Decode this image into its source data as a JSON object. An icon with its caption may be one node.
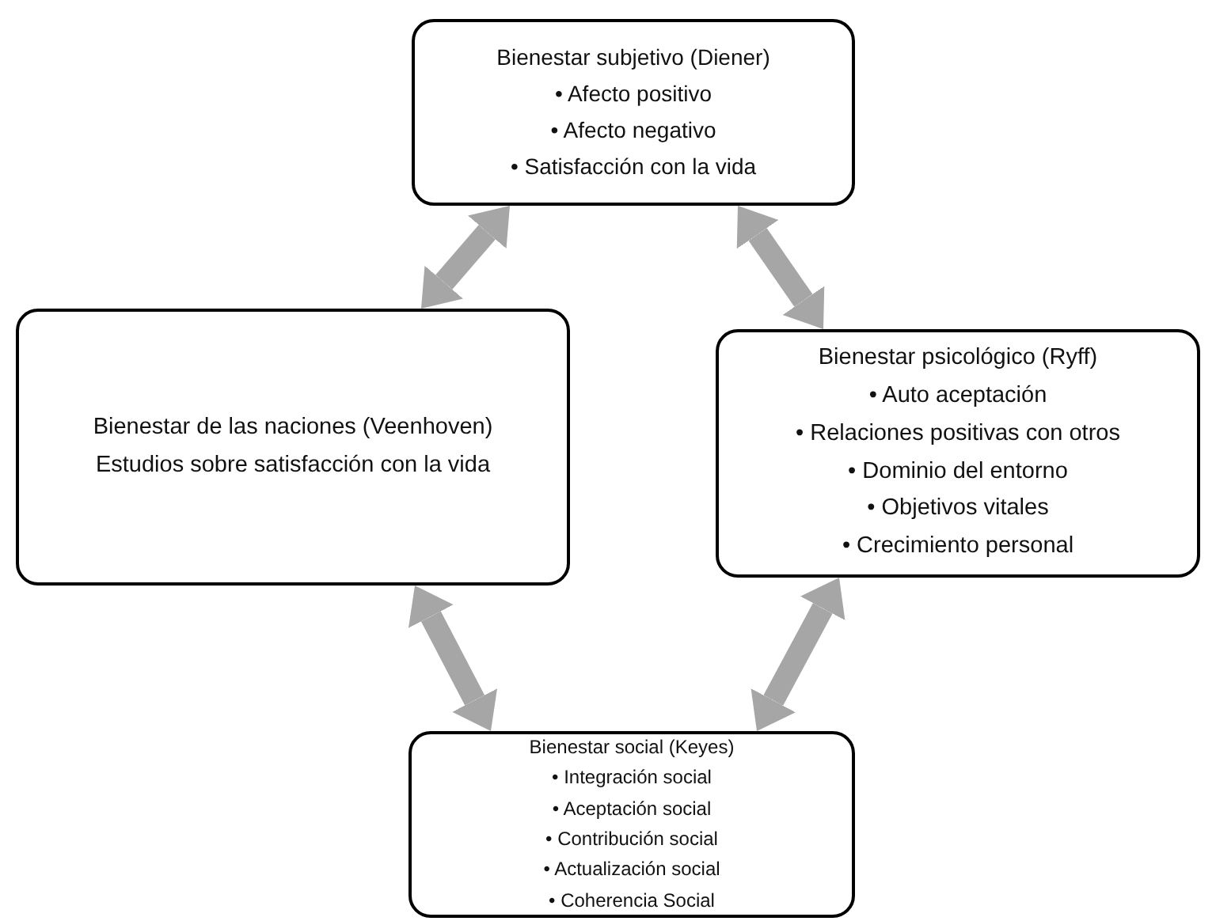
{
  "diagram": {
    "nodes": [
      {
        "text": [
          "Bienestar subjetivo (Diener)",
          "• Afecto positivo",
          "• Afecto negativo",
          "• Satisfacción con la vida"
        ]
      },
      {
        "text": [
          "Bienestar de las naciones (Veenhoven)",
          "Estudios sobre satisfacción con la vida"
        ]
      },
      {
        "text": [
          "Bienestar psicológico (Ryff)",
          "• Auto aceptación",
          "• Relaciones positivas con otros",
          "• Dominio del entorno",
          "• Objetivos vitales",
          "• Crecimiento personal"
        ]
      },
      {
        "text": [
          "Bienestar social (Keyes)",
          "• Integración social",
          "• Aceptación social",
          "• Contribución social",
          "• Actualización social",
          "• Coherencia Social"
        ]
      }
    ],
    "edges": [
      {
        "from": 0,
        "to": 1,
        "arrow": "both"
      },
      {
        "from": 0,
        "to": 2,
        "arrow": "both"
      },
      {
        "from": 1,
        "to": 3,
        "arrow": "both"
      },
      {
        "from": 2,
        "to": 3,
        "arrow": "both"
      }
    ]
  }
}
